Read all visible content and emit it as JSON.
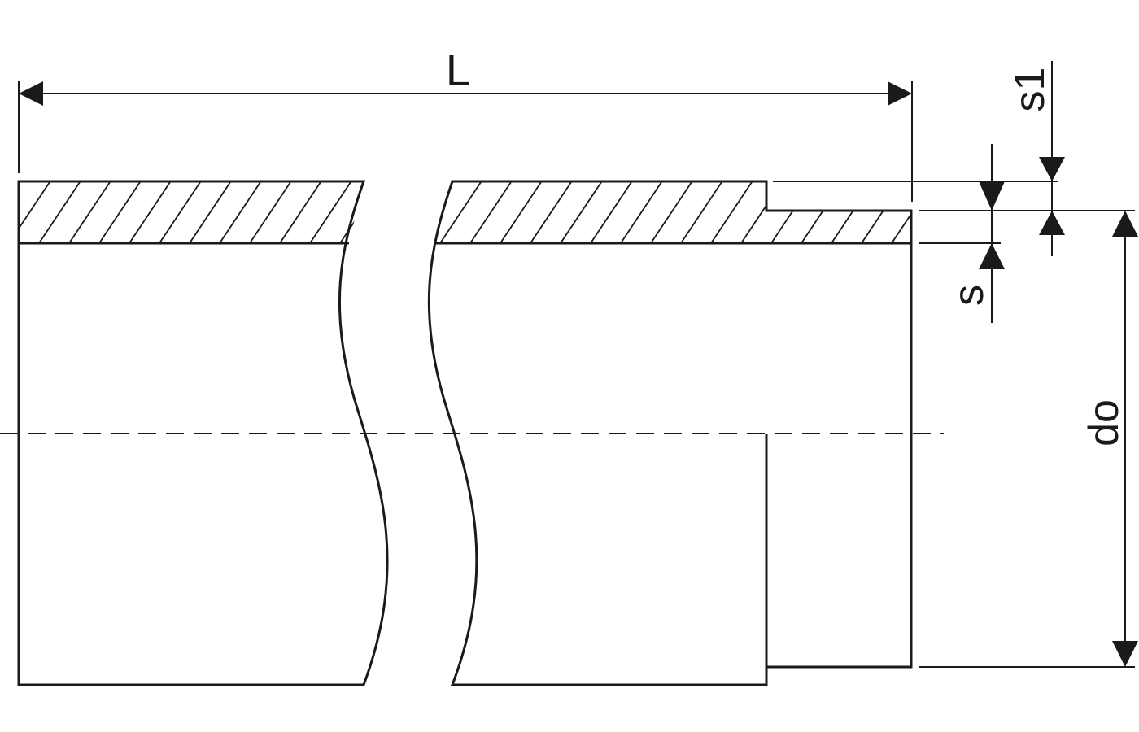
{
  "drawing": {
    "subject": "pipe-spigot-end",
    "line_color": "#1a1a1a",
    "background": "#ffffff"
  },
  "dimensions": {
    "length_label": "L",
    "wall_label": "s",
    "reduced_wall_label": "s1",
    "outer_diameter_label": "do"
  }
}
